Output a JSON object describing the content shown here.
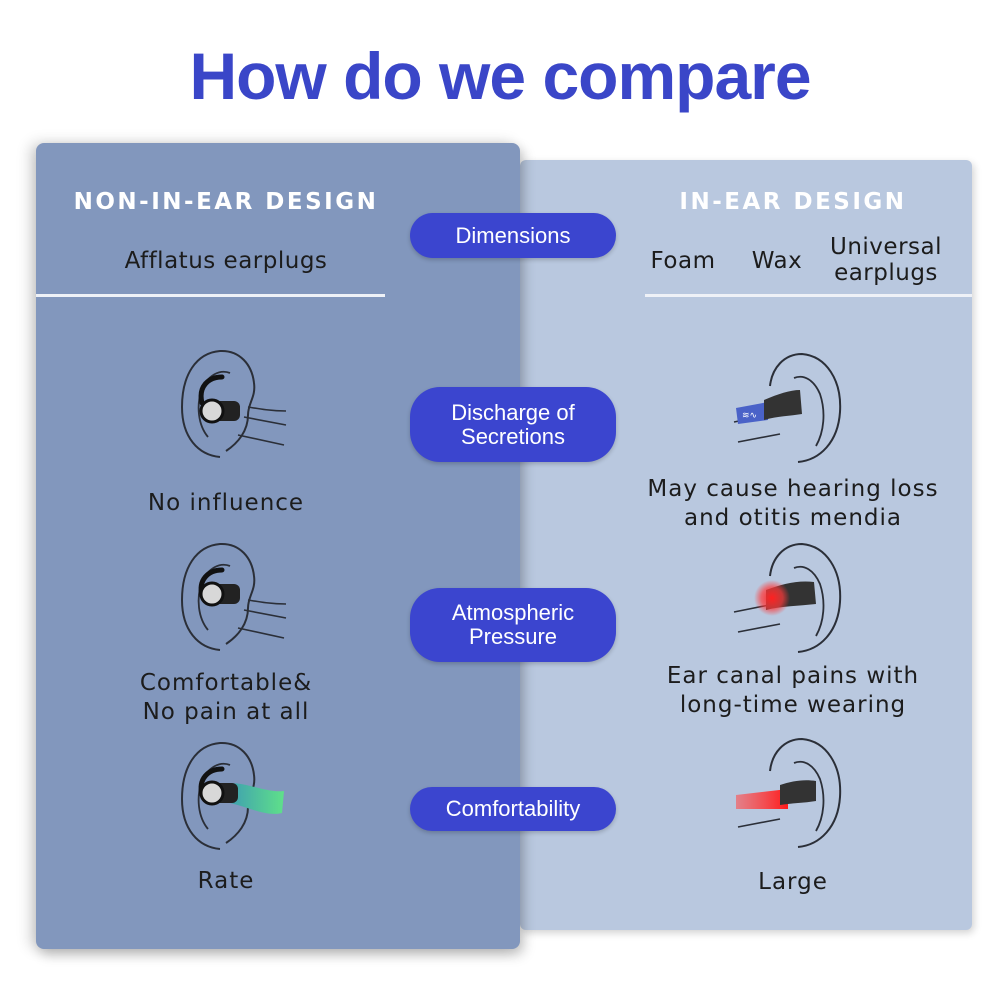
{
  "title": "How do we compare",
  "left": {
    "heading": "NON-IN-EAR DESIGN",
    "product": "Afflatus earplugs",
    "rows": [
      {
        "icon": "ear-earplug-icon",
        "caption": "No influence"
      },
      {
        "icon": "ear-earplug-icon",
        "caption": "Comfortable&\nNo pain at all"
      },
      {
        "icon": "ear-earplug-green-icon",
        "caption": "Rate"
      }
    ]
  },
  "right": {
    "heading": "IN-EAR DESIGN",
    "columns": [
      "Foam",
      "Wax",
      "Universal\nearplugs"
    ],
    "rows": [
      {
        "icon": "ear-canal-plug-icon",
        "caption": "May cause hearing loss\nand otitis mendia"
      },
      {
        "icon": "ear-canal-pain-icon",
        "caption": "Ear canal pains with\nlong-time wearing"
      },
      {
        "icon": "ear-canal-red-icon",
        "caption": "Large"
      }
    ]
  },
  "criteria": [
    "Dimensions",
    "Discharge of\nSecretions",
    "Atmospheric\nPressure",
    "Comfortability"
  ],
  "colors": {
    "title": "#3a46c8",
    "pill": "#3b45cf",
    "left_panel": "#8297bd",
    "right_panel": "#b9c8df",
    "comfort_zone": "#4fd9a0",
    "pain_zone": "#ff2a2a"
  }
}
